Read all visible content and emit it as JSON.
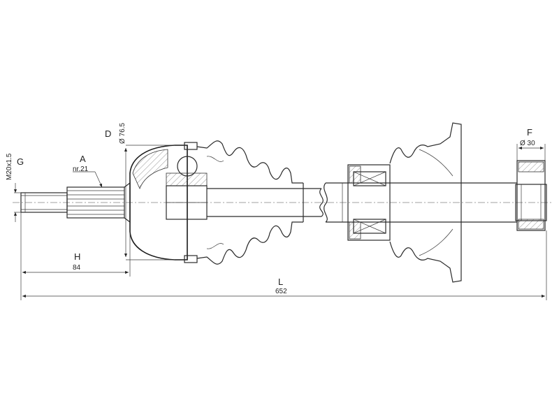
{
  "dimensions": {
    "D": {
      "letter": "D",
      "value": "Ø 76.5"
    },
    "G": {
      "letter": "G",
      "value": "M20x1.5"
    },
    "A": {
      "letter": "A",
      "value": "nr.21"
    },
    "H": {
      "letter": "H",
      "value": "84"
    },
    "F": {
      "letter": "F",
      "value": "Ø 30"
    },
    "L": {
      "letter": "L",
      "value": "652"
    }
  }
}
